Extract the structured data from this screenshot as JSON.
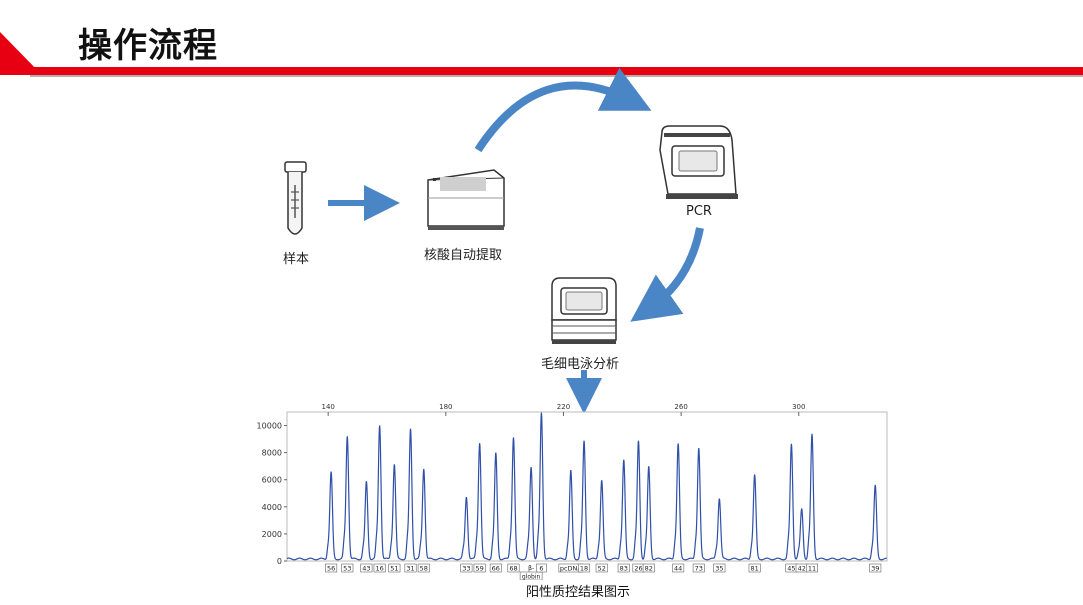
{
  "slide": {
    "title": "操作流程",
    "accent_color": "#e60012",
    "arrow_color": "#4a86c5"
  },
  "workflow": {
    "steps": [
      {
        "label": "样本",
        "icon": "sample-tube-icon"
      },
      {
        "label": "核酸自动提取",
        "icon": "extractor-icon"
      },
      {
        "label": "PCR",
        "icon": "pcr-instrument-icon"
      },
      {
        "label": "毛细电泳分析",
        "icon": "ce-analyzer-icon"
      }
    ]
  },
  "figure_caption": "阳性质控结果图示",
  "chart_data": {
    "type": "line",
    "line_color": "#2f4fa8",
    "x_top_ticks": [
      "140",
      "180",
      "220",
      "260",
      "300"
    ],
    "y_ticks": [
      "0",
      "2000",
      "4000",
      "6000",
      "8000",
      "10000"
    ],
    "ylim": [
      0,
      11000
    ],
    "xlim": [
      126,
      330
    ],
    "peaks": [
      {
        "x": 141,
        "y": 6400,
        "label": "56"
      },
      {
        "x": 146.5,
        "y": 9100,
        "label": "53"
      },
      {
        "x": 153,
        "y": 5700,
        "label": "43"
      },
      {
        "x": 157.5,
        "y": 9900,
        "label": "16"
      },
      {
        "x": 162.5,
        "y": 7000,
        "label": "51"
      },
      {
        "x": 168,
        "y": 9600,
        "label": "31"
      },
      {
        "x": 172.5,
        "y": 6700,
        "label": "58"
      },
      {
        "x": 187,
        "y": 4600,
        "label": "33"
      },
      {
        "x": 191.5,
        "y": 8600,
        "label": "59"
      },
      {
        "x": 197,
        "y": 7800,
        "label": "66"
      },
      {
        "x": 203,
        "y": 9000,
        "label": "68"
      },
      {
        "x": 209,
        "y": 6800,
        "label": "β-globin"
      },
      {
        "x": 212.5,
        "y": 10800,
        "label": "6"
      },
      {
        "x": 222.5,
        "y": 6500,
        "label": "pcDNA"
      },
      {
        "x": 227,
        "y": 8700,
        "label": "18"
      },
      {
        "x": 233,
        "y": 5800,
        "label": "52"
      },
      {
        "x": 240.5,
        "y": 7300,
        "label": "83"
      },
      {
        "x": 245.5,
        "y": 8700,
        "label": "26"
      },
      {
        "x": 249,
        "y": 6800,
        "label": "82"
      },
      {
        "x": 259,
        "y": 8500,
        "label": "44"
      },
      {
        "x": 266,
        "y": 8200,
        "label": "73"
      },
      {
        "x": 273,
        "y": 4500,
        "label": "35"
      },
      {
        "x": 285,
        "y": 6200,
        "label": "81"
      },
      {
        "x": 297.5,
        "y": 8500,
        "label": "45"
      },
      {
        "x": 301,
        "y": 3700,
        "label": "42"
      },
      {
        "x": 304.5,
        "y": 9200,
        "label": "11"
      },
      {
        "x": 326,
        "y": 5400,
        "label": "39"
      }
    ]
  }
}
